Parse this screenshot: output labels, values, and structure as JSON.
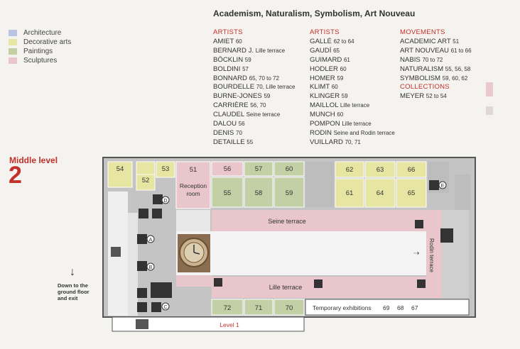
{
  "title": "Academism, Naturalism, Symbolism, Art Nouveau",
  "legend": [
    {
      "label": "Architecture",
      "color": "#b9c5e0"
    },
    {
      "label": "Decorative arts",
      "color": "#e6e6a2"
    },
    {
      "label": "Paintings",
      "color": "#c3cfa4"
    },
    {
      "label": "Sculptures",
      "color": "#e8c6cc"
    }
  ],
  "index": {
    "artists_col1": {
      "heading": "ARTISTS",
      "entries": [
        {
          "name": "AMIET",
          "rooms": "60"
        },
        {
          "name": "BERNARD J.",
          "rooms": "Lille terrace"
        },
        {
          "name": "BÖCKLIN",
          "rooms": "59"
        },
        {
          "name": "BOLDINI",
          "rooms": "57"
        },
        {
          "name": "BONNARD",
          "rooms": "65, 70 to 72"
        },
        {
          "name": "BOURDELLE",
          "rooms": "70, Lille terrace"
        },
        {
          "name": "BURNE-JONES",
          "rooms": "59"
        },
        {
          "name": "CARRIÈRE",
          "rooms": "56, 70"
        },
        {
          "name": "CLAUDEL",
          "rooms": "Seine terrace"
        },
        {
          "name": "DALOU",
          "rooms": "56"
        },
        {
          "name": "DENIS",
          "rooms": "70"
        },
        {
          "name": "DETAILLE",
          "rooms": "55"
        }
      ]
    },
    "artists_col2": {
      "heading": "ARTISTS",
      "entries": [
        {
          "name": "GALLÉ",
          "rooms": "62 to 64"
        },
        {
          "name": "GAUDÍ",
          "rooms": "65"
        },
        {
          "name": "GUIMARD",
          "rooms": "61"
        },
        {
          "name": "HODLER",
          "rooms": "60"
        },
        {
          "name": "HOMER",
          "rooms": "59"
        },
        {
          "name": "KLIMT",
          "rooms": "60"
        },
        {
          "name": "KLINGER",
          "rooms": "59"
        },
        {
          "name": "MAILLOL",
          "rooms": "Lille terrace"
        },
        {
          "name": "MUNCH",
          "rooms": "60"
        },
        {
          "name": "POMPON",
          "rooms": "Lille terrace"
        },
        {
          "name": "RODIN",
          "rooms": "Seine and Rodin terrace"
        },
        {
          "name": "VUILLARD",
          "rooms": "70, 71"
        }
      ]
    },
    "movements": {
      "heading": "MOVEMENTS",
      "entries": [
        {
          "name": "ACADEMIC ART",
          "rooms": "51"
        },
        {
          "name": "ART NOUVEAU",
          "rooms": "61 to 66"
        },
        {
          "name": "NABIS",
          "rooms": "70 to 72"
        },
        {
          "name": "NATURALISM",
          "rooms": "55, 56, 58"
        },
        {
          "name": "SYMBOLISM",
          "rooms": "59, 60, 62"
        }
      ]
    },
    "collections": {
      "heading": "COLLECTIONS",
      "entries": [
        {
          "name": "MEYER",
          "rooms": "52 to 54"
        }
      ]
    }
  },
  "level": {
    "caption": "Middle level",
    "number": "2"
  },
  "exit": {
    "arrow": "↓",
    "lines": [
      "Down to the",
      "ground floor",
      "and exit"
    ]
  },
  "rooms": {
    "r54": "54",
    "r53": "53",
    "r52": "52",
    "r51": "51",
    "reception_1": "Reception",
    "reception_2": "room",
    "r56": "56",
    "r57": "57",
    "r60": "60",
    "r55": "55",
    "r58": "58",
    "r59": "59",
    "r62": "62",
    "r63": "63",
    "r66": "66",
    "r61": "61",
    "r64": "64",
    "r65": "65",
    "r72": "72",
    "r71": "71",
    "r70": "70",
    "r69": "69",
    "r68": "68",
    "r67": "67",
    "seine_terrace": "Seine terrace",
    "lille_terrace": "Lille terrace",
    "rodin_terrace": "Rodin terrace",
    "temporary": "Temporary exhibitions",
    "level1": "Level 1"
  },
  "markers": {
    "a": "A",
    "b": "B",
    "c": "C",
    "d": "D",
    "e": "E"
  },
  "colors": {
    "accent": "#c4302b",
    "wall": "#555555",
    "decorative": "#e6e6a2",
    "paintings": "#c3cfa4",
    "sculptures": "#e8c6cc",
    "corridor": "#bdbdbd",
    "floor": "#e8e8e8"
  }
}
